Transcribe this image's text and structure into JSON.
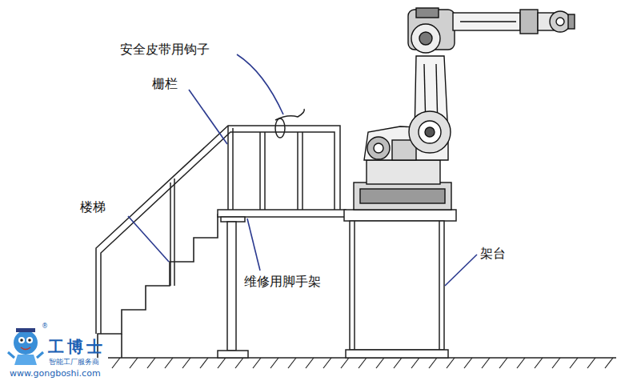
{
  "diagram": {
    "labels": [
      "安全皮带用钩子",
      "栅栏",
      "楼梯",
      "维修用脚手架",
      "架台",
      "®",
      "工博士",
      "智能工厂服务商",
      "www.gongboshi.com"
    ]
  }
}
